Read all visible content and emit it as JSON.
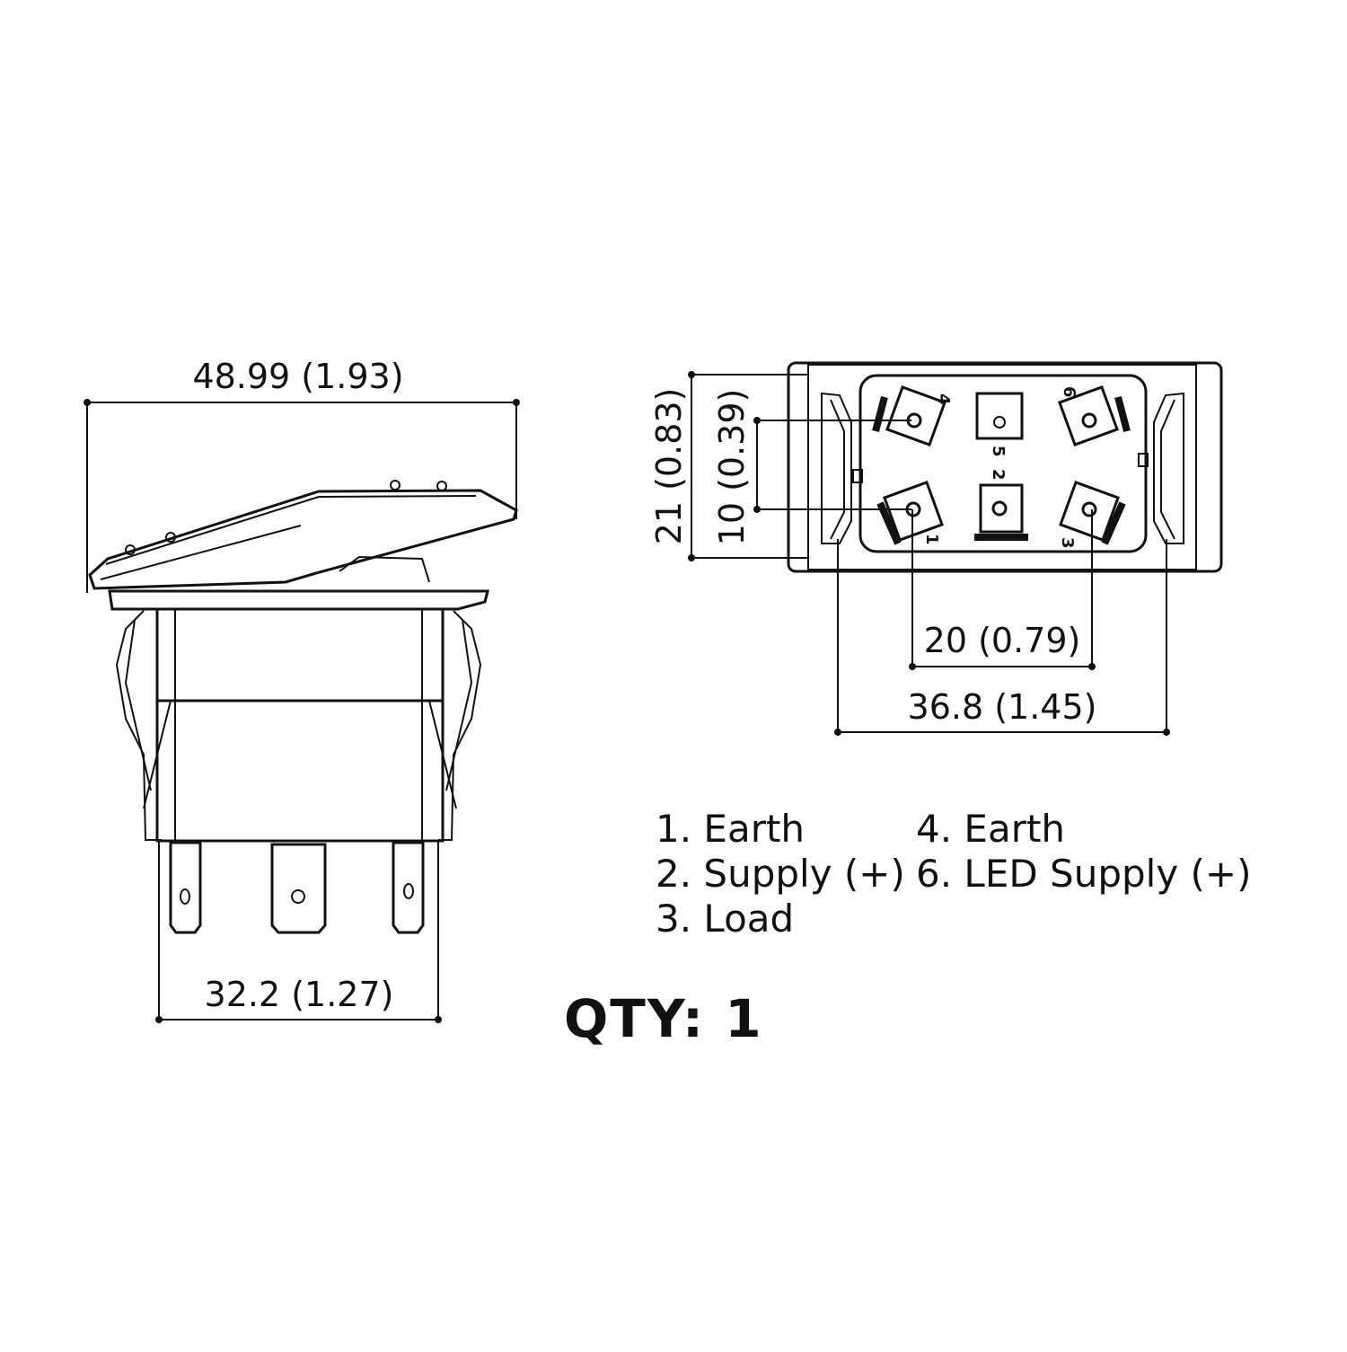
{
  "dimensions": {
    "side_width": "48.99 (1.93)",
    "terminal_span": "32.2 (1.27)",
    "height_total": "21 (0.83)",
    "height_inner": "10 (0.39)",
    "pin_pitch": "20 (0.79)",
    "body_width": "36.8 (1.45)"
  },
  "pin_numbers": [
    "4",
    "6",
    "5",
    "2",
    "1",
    "3"
  ],
  "legend": {
    "left": [
      "1. Earth",
      "2. Supply (+)",
      "3. Load"
    ],
    "right": [
      "4. Earth",
      "6. LED Supply (+)"
    ]
  },
  "qty": "QTY: 1",
  "colors": {
    "ink": "#111111",
    "background": "#ffffff"
  }
}
